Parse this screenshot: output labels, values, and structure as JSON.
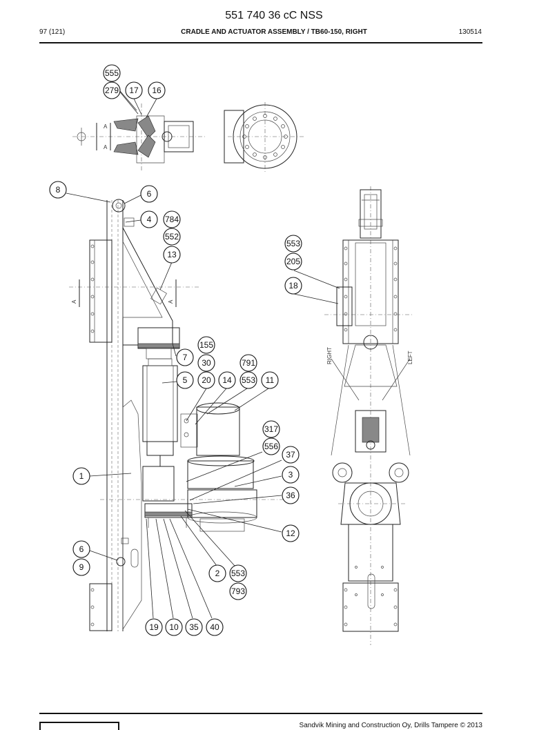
{
  "page_title": "551 740 36 cC NSS",
  "header": {
    "page": "97 (121)",
    "title": "CRADLE AND ACTUATOR ASSEMBLY / TB60-150, RIGHT",
    "code": "130514"
  },
  "footer": {
    "copyright": "Sandvik Mining and Construction Oy, Drills Tampere © 2013"
  },
  "view_labels": {
    "section_a": "A",
    "right": "RIGHT",
    "left": "LEFT"
  },
  "callouts": [
    "555",
    "279",
    "17",
    "16",
    "8",
    "6",
    "4",
    "784",
    "552",
    "13",
    "553",
    "205",
    "18",
    "155",
    "7",
    "30",
    "791",
    "5",
    "20",
    "14",
    "553",
    "11",
    "317",
    "556",
    "37",
    "3",
    "1",
    "36",
    "12",
    "6",
    "9",
    "2",
    "553",
    "793",
    "19",
    "10",
    "35",
    "40"
  ]
}
